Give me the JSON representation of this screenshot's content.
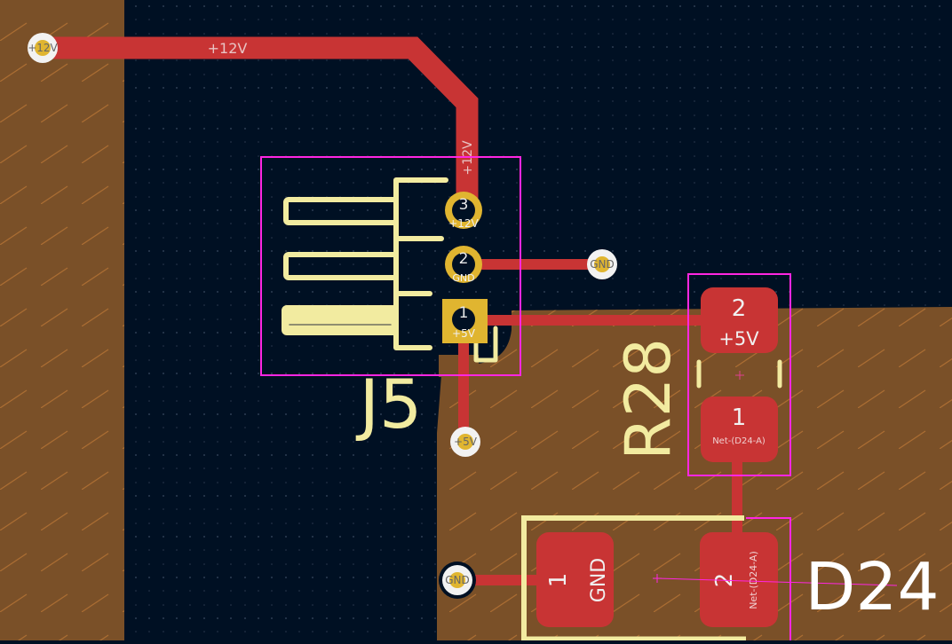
{
  "app": "PCB Editor",
  "colors": {
    "background": "#001023",
    "copper_fill": "#7a5028",
    "copper_hatch": "#b07030",
    "track": "#c83434",
    "pad_tht": "#e0b530",
    "silkscreen": "#f2eba0",
    "courtyard": "#ff26e2",
    "pad_text": "#f0f0f0",
    "ref_text_white": "#ffffff"
  },
  "nets": {
    "plus12v": "+12V",
    "gnd": "GND",
    "plus5v": "+5V",
    "net_d24a": "Net-(D24-A)"
  },
  "track_labels": {
    "top_horizontal": "+12V",
    "vertical_to_j5": "+12V"
  },
  "components": {
    "J5": {
      "reference": "J5",
      "pads": [
        {
          "number": "3",
          "net": "+12V"
        },
        {
          "number": "2",
          "net": "GND"
        },
        {
          "number": "1",
          "net": "+5V"
        }
      ]
    },
    "R28": {
      "reference": "R28",
      "pads": [
        {
          "number": "2",
          "net": "+5V"
        },
        {
          "number": "1",
          "net": "Net-(D24-A)"
        }
      ]
    },
    "D24": {
      "reference": "D24",
      "pads": [
        {
          "number": "1",
          "net": "GND"
        },
        {
          "number": "2",
          "net": "Net-(D24-A)"
        }
      ]
    }
  },
  "vias": [
    {
      "label": "+12V"
    },
    {
      "label": "GND"
    },
    {
      "label": "+5V"
    },
    {
      "label": "GND"
    }
  ]
}
